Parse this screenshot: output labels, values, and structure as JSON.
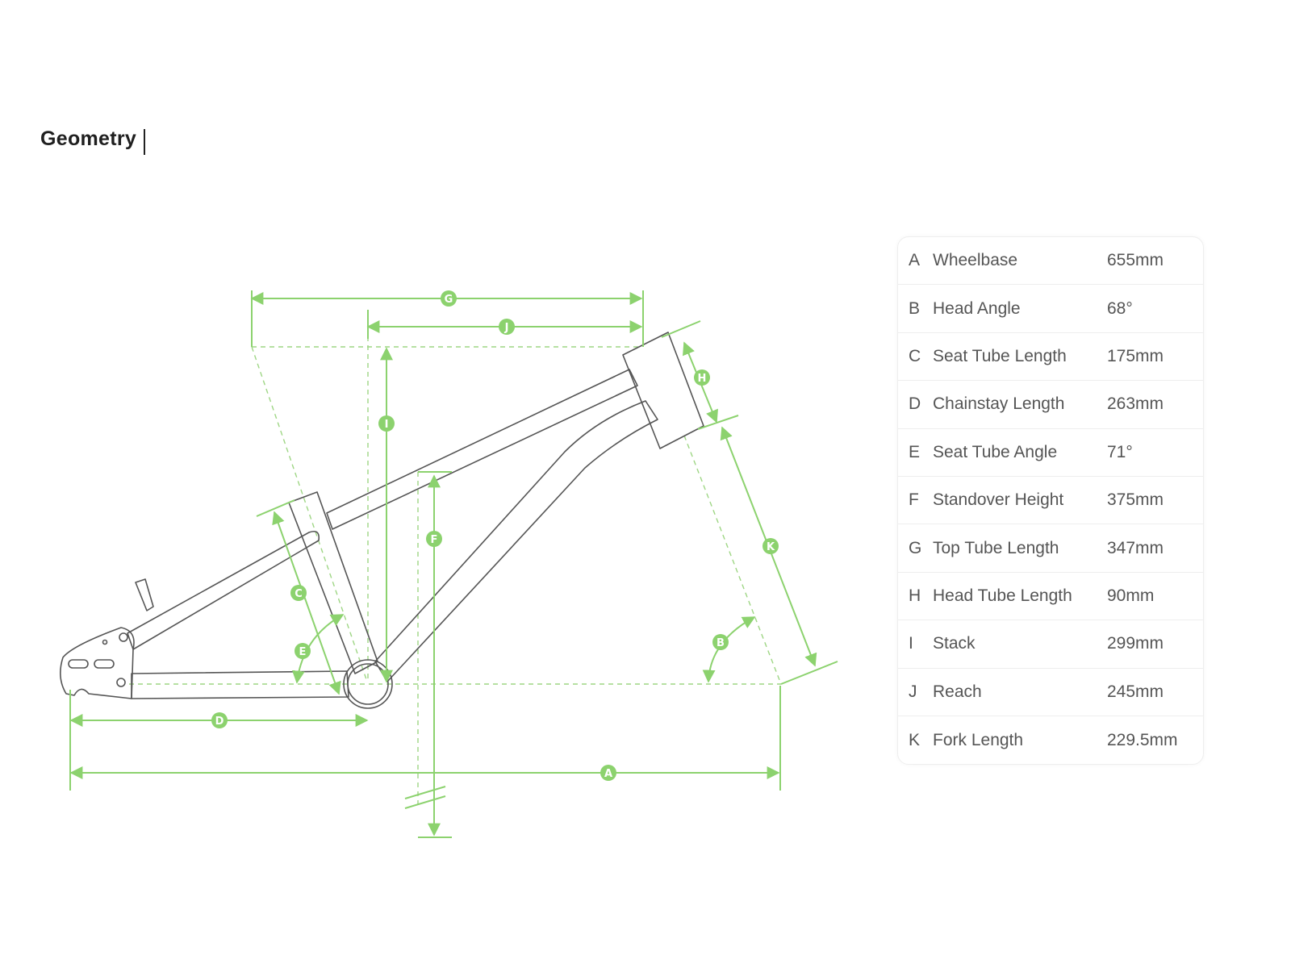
{
  "page": {
    "title": "Geometry"
  },
  "colors": {
    "accent": "#8cd26e",
    "frame": "#555555",
    "text": "#555555"
  },
  "diagram": {
    "labels": {
      "A": "A",
      "B": "B",
      "C": "C",
      "D": "D",
      "E": "E",
      "F": "F",
      "G": "G",
      "H": "H",
      "I": "I",
      "J": "J",
      "K": "K"
    }
  },
  "specs": [
    {
      "letter": "A",
      "name": "Wheelbase",
      "value": "655mm"
    },
    {
      "letter": "B",
      "name": "Head Angle",
      "value": "68°"
    },
    {
      "letter": "C",
      "name": "Seat Tube Length",
      "value": "175mm"
    },
    {
      "letter": "D",
      "name": "Chainstay Length",
      "value": "263mm"
    },
    {
      "letter": "E",
      "name": "Seat Tube Angle",
      "value": "71°"
    },
    {
      "letter": "F",
      "name": "Standover Height",
      "value": "375mm"
    },
    {
      "letter": "G",
      "name": "Top Tube Length",
      "value": "347mm"
    },
    {
      "letter": "H",
      "name": "Head Tube Length",
      "value": "90mm"
    },
    {
      "letter": "I",
      "name": "Stack",
      "value": "299mm"
    },
    {
      "letter": "J",
      "name": "Reach",
      "value": "245mm"
    },
    {
      "letter": "K",
      "name": "Fork Length",
      "value": "229.5mm"
    }
  ]
}
